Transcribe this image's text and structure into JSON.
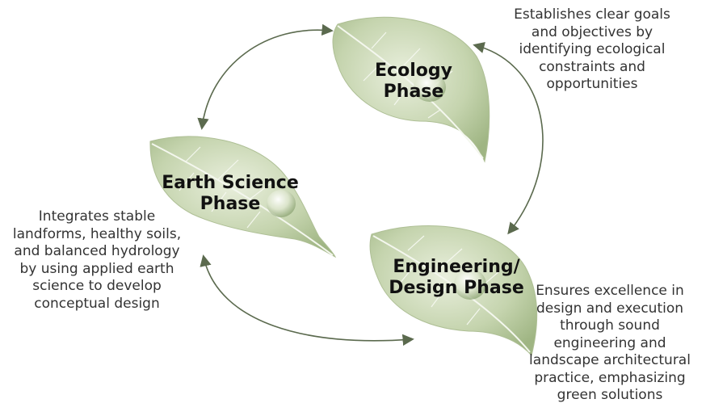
{
  "colors": {
    "leaf_light": "#e9efdd",
    "leaf_mid": "#c5d4ae",
    "leaf_dark": "#9fb583",
    "vein": "#f4f7ee",
    "arrow": "#5b6a4e",
    "title_text": "#111111",
    "description_text": "#333333"
  },
  "phases": {
    "ecology": {
      "title": "Ecology\nPhase",
      "description": "Establishes clear goals\nand objectives by\nidentifying ecological\nconstraints and\nopportunities"
    },
    "earth_science": {
      "title": "Earth Science\nPhase",
      "description": "Integrates stable\nlandforms, healthy soils,\nand balanced hydrology\nby using applied earth\nscience to develop\nconceptual design"
    },
    "engineering": {
      "title": "Engineering/\nDesign Phase",
      "description": "Ensures excellence in\ndesign and execution\nthrough sound\nengineering and\nlandscape architectural\npractice, emphasizing\ngreen solutions"
    }
  },
  "cycle_arrows": [
    {
      "from": "ecology",
      "to": "earth_science",
      "direction": "bidirectional"
    },
    {
      "from": "ecology",
      "to": "engineering",
      "direction": "bidirectional"
    },
    {
      "from": "earth_science",
      "to": "engineering",
      "direction": "bidirectional"
    }
  ]
}
